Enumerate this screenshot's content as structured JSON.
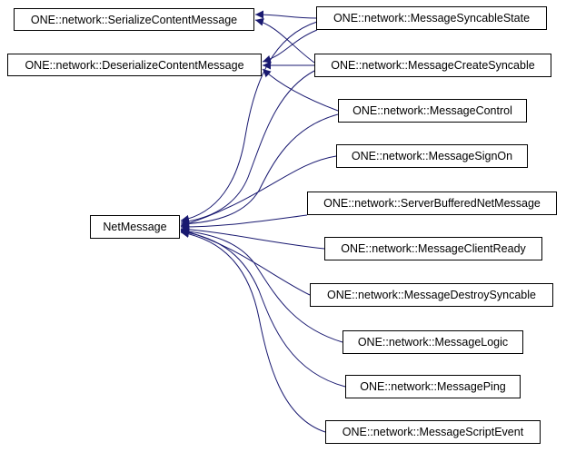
{
  "colors": {
    "edge": "#191970",
    "border": "#000000",
    "background": "#ffffff"
  },
  "nodes": {
    "serialize": "ONE::network::SerializeContentMessage",
    "deserialize": "ONE::network::DeserializeContentMessage",
    "netmessage": "NetMessage",
    "syncable_state": "ONE::network::MessageSyncableState",
    "create_syncable": "ONE::network::MessageCreateSyncable",
    "control": "ONE::network::MessageControl",
    "sign_on": "ONE::network::MessageSignOn",
    "server_buffered": "ONE::network::ServerBufferedNetMessage",
    "client_ready": "ONE::network::MessageClientReady",
    "destroy_syncable": "ONE::network::MessageDestroySyncable",
    "logic": "ONE::network::MessageLogic",
    "ping": "ONE::network::MessagePing",
    "script_event": "ONE::network::MessageScriptEvent"
  }
}
